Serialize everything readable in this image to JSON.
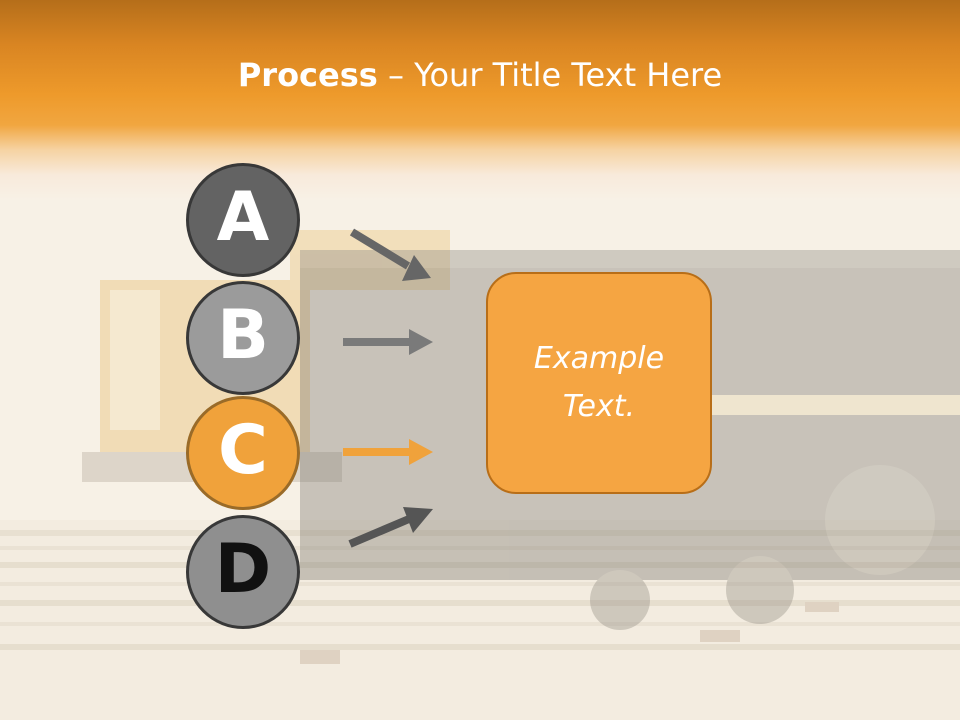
{
  "slide": {
    "title_bold": "Process",
    "title_rest": " – Your Title Text Here",
    "steps": [
      {
        "letter": "A",
        "color": "#636363"
      },
      {
        "letter": "B",
        "color": "#9b9b9b"
      },
      {
        "letter": "C",
        "color": "#f0a23b"
      },
      {
        "letter": "D",
        "color": "#8f8f8f"
      }
    ],
    "box_text": "Example Text.",
    "colors": {
      "header": "#ee9a2b",
      "accent": "#f5a542",
      "arrow_gray": "#666666",
      "arrow_orange": "#f0a23b"
    }
  }
}
